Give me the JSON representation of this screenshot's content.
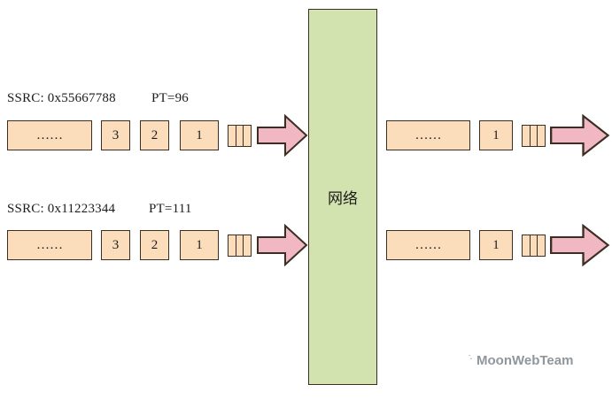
{
  "diagram": {
    "left_streams": [
      {
        "ssrc": "SSRC: 0x55667788",
        "pt": "PT=96",
        "boxes": {
          "ellipsis": "……",
          "b3": "3",
          "b2": "2",
          "b1": "1"
        }
      },
      {
        "ssrc": "SSRC: 0x11223344",
        "pt": "PT=111",
        "boxes": {
          "ellipsis": "……",
          "b3": "3",
          "b2": "2",
          "b1": "1"
        }
      }
    ],
    "network_label": "网络",
    "right_streams": [
      {
        "boxes": {
          "ellipsis": "……",
          "b1": "1"
        }
      },
      {
        "boxes": {
          "ellipsis": "……",
          "b1": "1"
        }
      }
    ],
    "watermark": "MoonWebTeam"
  },
  "colors": {
    "packet_box_fill": "#FBDCBB",
    "outline": "#3a2f22",
    "arrow_fill": "#F1B8C4",
    "network_fill": "#D3E3AF",
    "watermark_gray": "#8f969c"
  }
}
